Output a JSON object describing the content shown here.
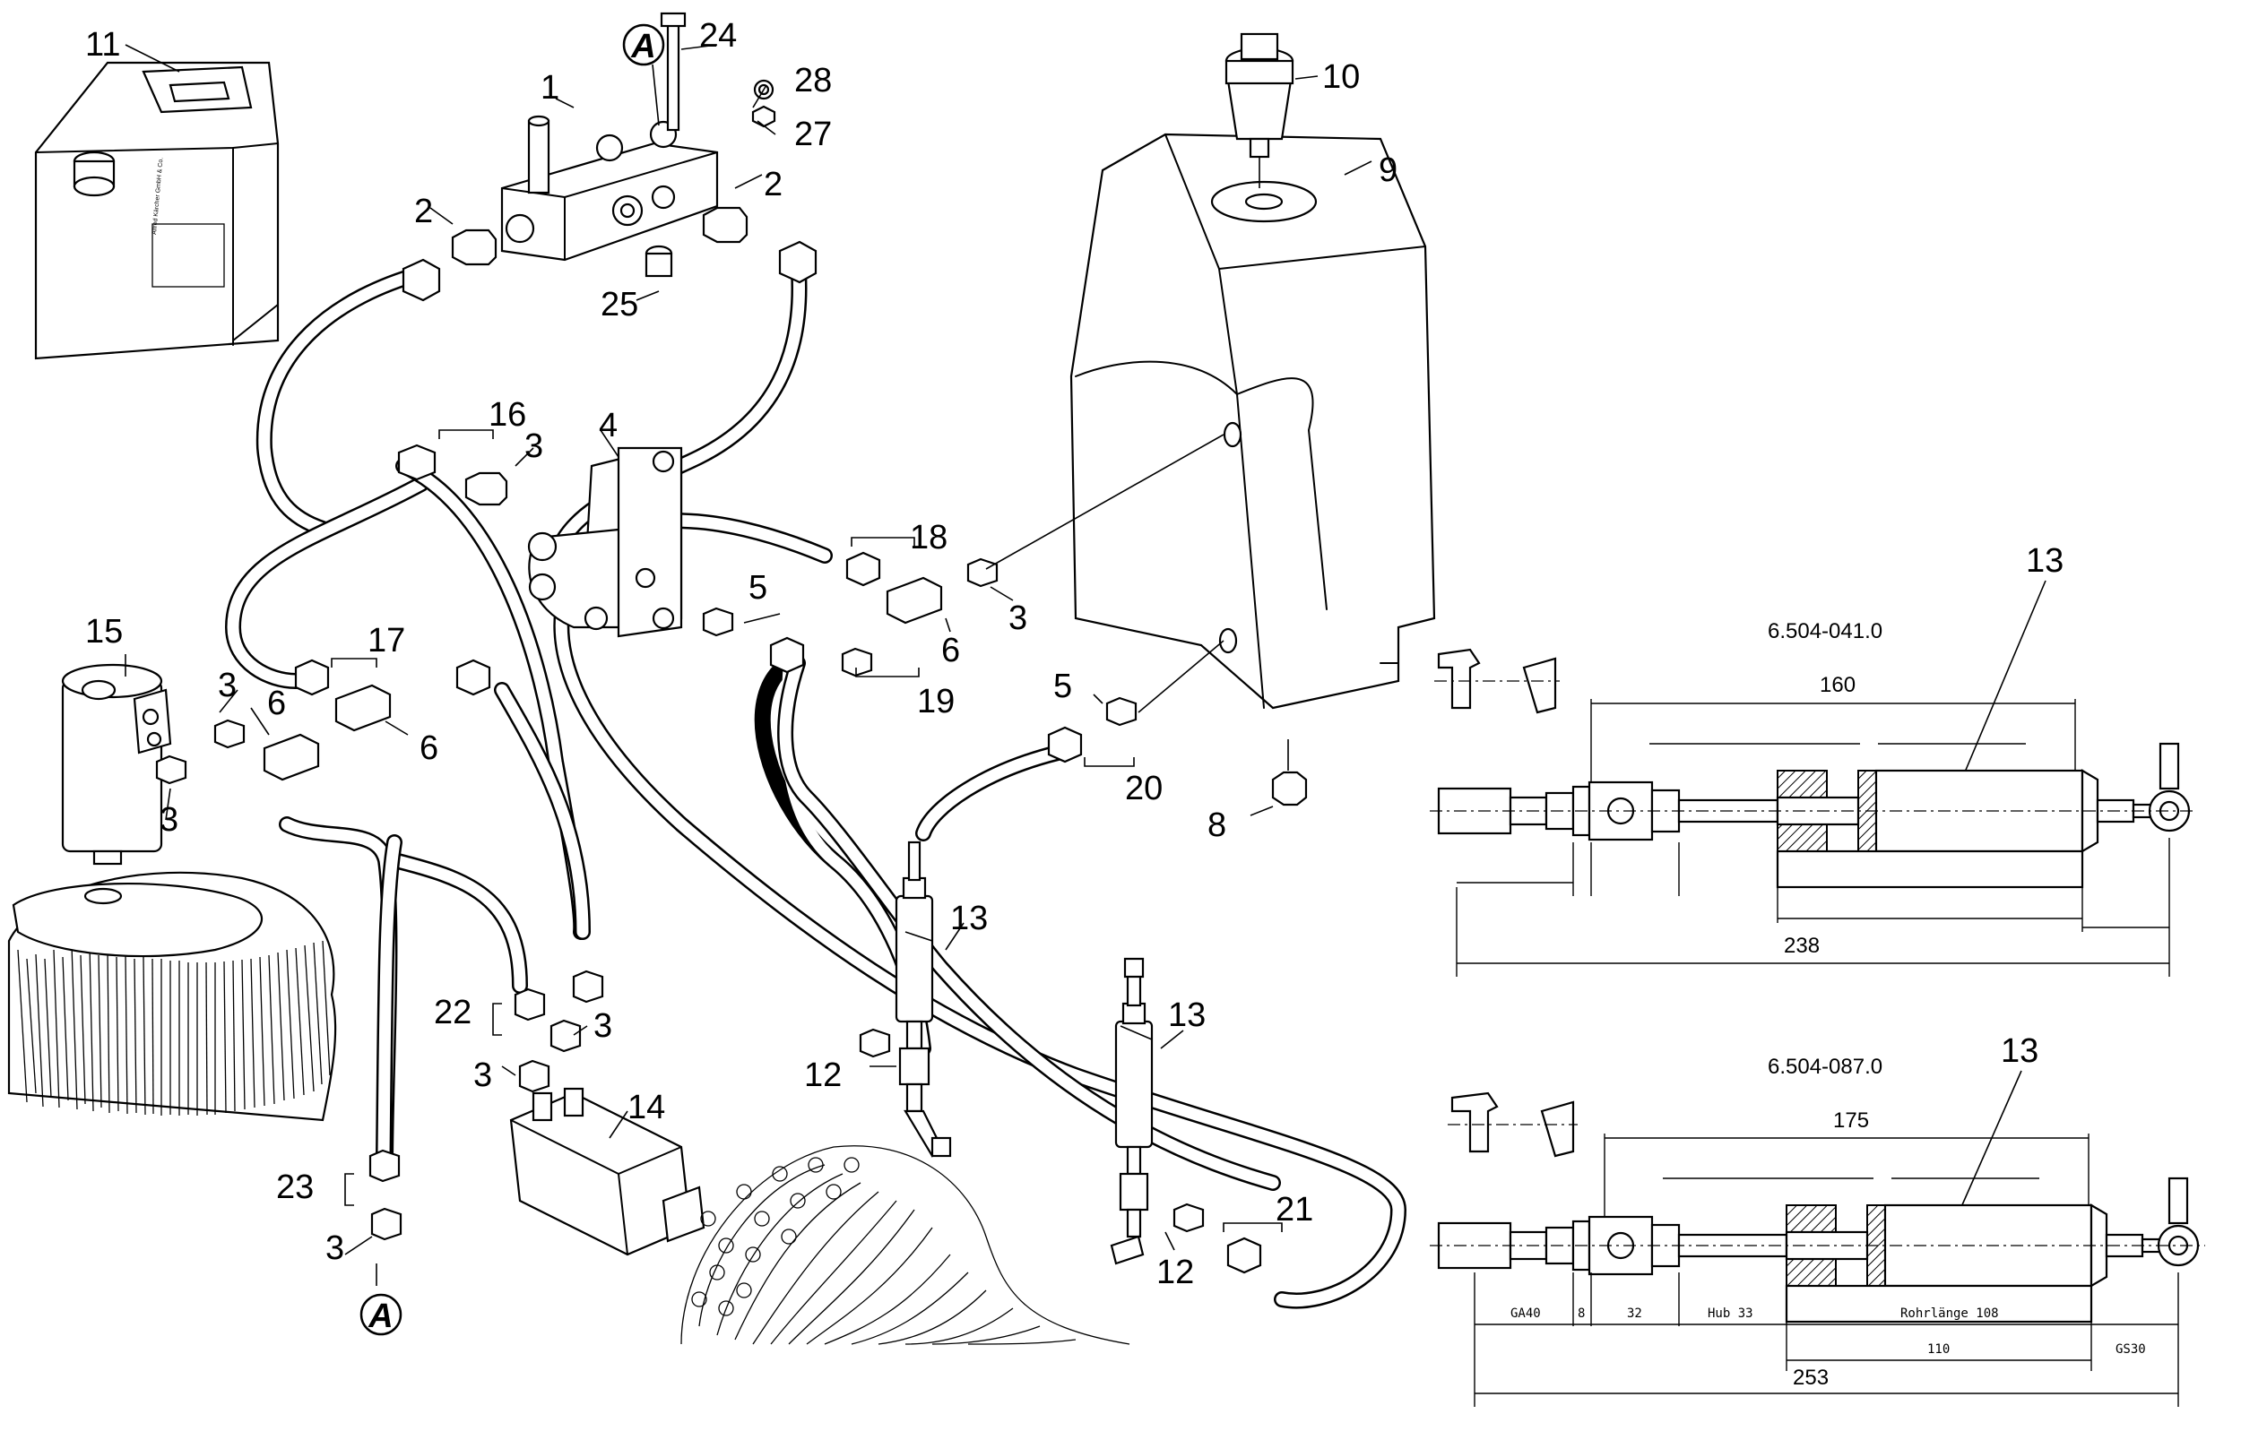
{
  "diagram": {
    "part_numbers": {
      "p1": "1",
      "p2a": "2",
      "p2b": "2",
      "p3a": "3",
      "p3b": "3",
      "p3c": "3",
      "p3d": "3",
      "p3e": "3",
      "p3f": "3",
      "p3g": "3",
      "p4": "4",
      "p5a": "5",
      "p5b": "5",
      "p6a": "6",
      "p6b": "6",
      "p6c": "6",
      "p8": "8",
      "p9": "9",
      "p10": "10",
      "p11": "11",
      "p12a": "12",
      "p12b": "12",
      "p13a": "13",
      "p13b": "13",
      "p13c": "13",
      "p13d": "13",
      "p14": "14",
      "p15": "15",
      "p16": "16",
      "p17": "17",
      "p18": "18",
      "p19": "19",
      "p20": "20",
      "p21": "21",
      "p22": "22",
      "p23": "23",
      "p24": "24",
      "p25": "25",
      "p27": "27",
      "p28": "28"
    },
    "ref_markers": {
      "top": "A",
      "bottom": "A"
    },
    "canister_label": "Alfred Kärcher GmbH & Co.",
    "detail_top": {
      "part_no": "6.504-041.0",
      "dim_160": "160",
      "dim_238": "238"
    },
    "detail_bottom": {
      "part_no": "6.504-087.0",
      "dim_175": "175",
      "dim_253": "253",
      "dim_ga40": "GA40",
      "dim_8": "8",
      "dim_32": "32",
      "dim_hub": "Hub 33",
      "dim_rohr": "Rohrlänge 108",
      "dim_110": "110",
      "dim_gs30": "GS30"
    }
  }
}
